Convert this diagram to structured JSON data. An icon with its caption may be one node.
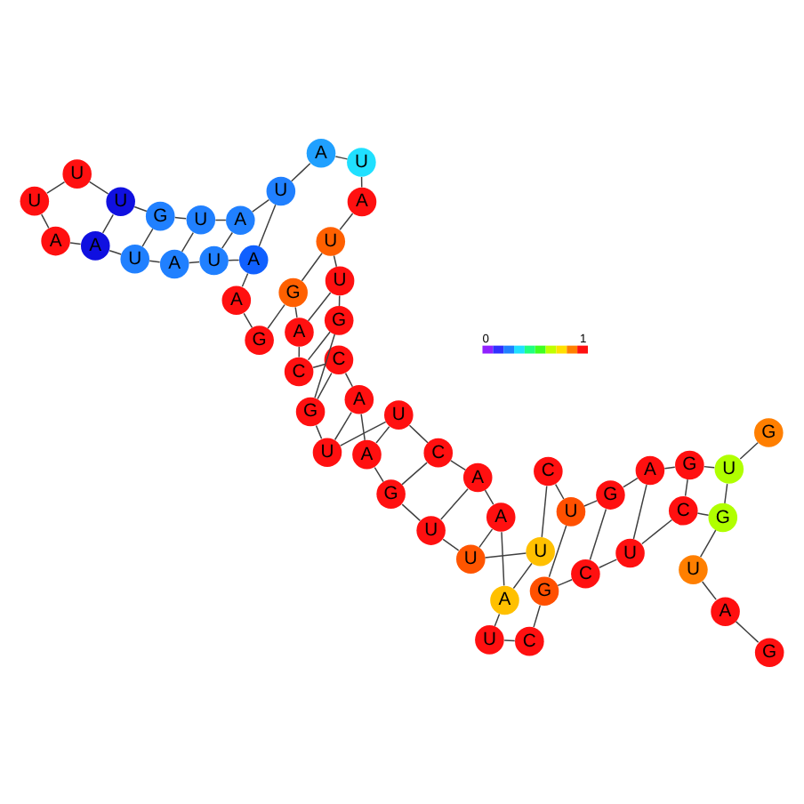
{
  "diagram": {
    "nodes": [
      {
        "text": [
          "G"
        ]
      },
      {
        "text": [
          "U"
        ]
      },
      {
        "text": [
          "G"
        ]
      },
      {
        "text": [
          "A"
        ]
      },
      {
        "text": [
          "G"
        ]
      },
      {
        "text": [
          "U"
        ]
      },
      {
        "text": [
          "C"
        ]
      },
      {
        "text": [
          "U"
        ]
      },
      {
        "text": [
          "U"
        ]
      },
      {
        "text": [
          "U"
        ]
      },
      {
        "text": [
          "G"
        ]
      },
      {
        "text": [
          "A"
        ]
      },
      {
        "text": [
          "A"
        ]
      },
      {
        "text": [
          "C"
        ]
      },
      {
        "text": [
          "C"
        ]
      },
      {
        "text": [
          "A"
        ]
      },
      {
        "text": [
          "G"
        ]
      },
      {
        "text": [
          "G"
        ]
      },
      {
        "text": [
          "A"
        ]
      },
      {
        "text": [
          "A"
        ]
      },
      {
        "text": [
          "U"
        ]
      },
      {
        "text": [
          "A"
        ]
      },
      {
        "text": [
          "U"
        ]
      },
      {
        "text": [
          "A"
        ]
      },
      {
        "text": [
          "A"
        ]
      },
      {
        "text": [
          "U"
        ]
      },
      {
        "text": [
          "U"
        ]
      },
      {
        "text": [
          "U"
        ]
      },
      {
        "text": [
          "G"
        ]
      },
      {
        "text": [
          "U"
        ]
      },
      {
        "text": [
          "A"
        ]
      },
      {
        "text": [
          "U"
        ]
      },
      {
        "text": [
          "A"
        ]
      },
      {
        "text": [
          "U"
        ]
      },
      {
        "text": [
          "A"
        ]
      },
      {
        "text": [
          "U"
        ]
      },
      {
        "text": [
          "U"
        ]
      },
      {
        "text": [
          "G"
        ]
      },
      {
        "text": [
          "G"
        ]
      },
      {
        "text": [
          "U"
        ]
      },
      {
        "text": [
          "U"
        ]
      },
      {
        "text": [
          "C"
        ]
      },
      {
        "text": [
          "A"
        ]
      },
      {
        "text": [
          "A"
        ]
      },
      {
        "text": [
          "A"
        ]
      },
      {
        "text": [
          "U"
        ]
      },
      {
        "text": [
          "C"
        ]
      },
      {
        "text": [
          "G"
        ]
      },
      {
        "text": [
          "C"
        ]
      },
      {
        "text": [
          "U"
        ]
      },
      {
        "text": [
          "C"
        ]
      },
      {
        "text": [
          "G"
        ]
      },
      {
        "text": [
          "U"
        ]
      },
      {
        "text": [
          "A"
        ]
      },
      {
        "text": [
          "G"
        ]
      }
    ],
    "edges": [
      {
        "from": 0,
        "to": 1,
        "arrow": "none"
      },
      {
        "from": 1,
        "to": 2,
        "arrow": "none"
      },
      {
        "from": 2,
        "to": 3,
        "arrow": "none"
      },
      {
        "from": 3,
        "to": 4,
        "arrow": "none"
      },
      {
        "from": 4,
        "to": 5,
        "arrow": "none"
      },
      {
        "from": 5,
        "to": 6,
        "arrow": "none"
      },
      {
        "from": 6,
        "to": 7,
        "arrow": "none"
      },
      {
        "from": 7,
        "to": 8,
        "arrow": "none"
      },
      {
        "from": 8,
        "to": 9,
        "arrow": "none"
      },
      {
        "from": 9,
        "to": 10,
        "arrow": "none"
      },
      {
        "from": 10,
        "to": 11,
        "arrow": "none"
      },
      {
        "from": 11,
        "to": 12,
        "arrow": "none"
      },
      {
        "from": 12,
        "to": 13,
        "arrow": "none"
      },
      {
        "from": 13,
        "to": 14,
        "arrow": "none"
      },
      {
        "from": 14,
        "to": 15,
        "arrow": "none"
      },
      {
        "from": 15,
        "to": 16,
        "arrow": "none"
      },
      {
        "from": 16,
        "to": 17,
        "arrow": "none"
      },
      {
        "from": 17,
        "to": 18,
        "arrow": "none"
      },
      {
        "from": 18,
        "to": 19,
        "arrow": "none"
      },
      {
        "from": 19,
        "to": 20,
        "arrow": "none"
      },
      {
        "from": 20,
        "to": 21,
        "arrow": "none"
      },
      {
        "from": 21,
        "to": 22,
        "arrow": "none"
      },
      {
        "from": 22,
        "to": 23,
        "arrow": "none"
      },
      {
        "from": 23,
        "to": 24,
        "arrow": "none"
      },
      {
        "from": 24,
        "to": 25,
        "arrow": "none"
      },
      {
        "from": 25,
        "to": 26,
        "arrow": "none"
      },
      {
        "from": 26,
        "to": 27,
        "arrow": "none"
      },
      {
        "from": 27,
        "to": 28,
        "arrow": "none"
      },
      {
        "from": 28,
        "to": 29,
        "arrow": "none"
      },
      {
        "from": 29,
        "to": 30,
        "arrow": "none"
      },
      {
        "from": 30,
        "to": 31,
        "arrow": "none"
      },
      {
        "from": 31,
        "to": 32,
        "arrow": "none"
      },
      {
        "from": 32,
        "to": 33,
        "arrow": "none"
      },
      {
        "from": 33,
        "to": 34,
        "arrow": "none"
      },
      {
        "from": 34,
        "to": 35,
        "arrow": "none"
      },
      {
        "from": 35,
        "to": 36,
        "arrow": "none"
      },
      {
        "from": 36,
        "to": 37,
        "arrow": "none"
      },
      {
        "from": 37,
        "to": 38,
        "arrow": "none"
      },
      {
        "from": 38,
        "to": 39,
        "arrow": "none"
      },
      {
        "from": 39,
        "to": 40,
        "arrow": "none"
      },
      {
        "from": 40,
        "to": 41,
        "arrow": "none"
      },
      {
        "from": 41,
        "to": 42,
        "arrow": "none"
      },
      {
        "from": 42,
        "to": 43,
        "arrow": "none"
      },
      {
        "from": 43,
        "to": 44,
        "arrow": "none"
      },
      {
        "from": 44,
        "to": 45,
        "arrow": "none"
      },
      {
        "from": 45,
        "to": 46,
        "arrow": "none"
      },
      {
        "from": 46,
        "to": 47,
        "arrow": "none"
      },
      {
        "from": 47,
        "to": 48,
        "arrow": "none"
      },
      {
        "from": 48,
        "to": 49,
        "arrow": "none"
      },
      {
        "from": 49,
        "to": 50,
        "arrow": "none"
      },
      {
        "from": 50,
        "to": 51,
        "arrow": "none"
      },
      {
        "from": 51,
        "to": 52,
        "arrow": "none"
      },
      {
        "from": 52,
        "to": 53,
        "arrow": "none"
      },
      {
        "from": 53,
        "to": 54,
        "arrow": "none"
      },
      {
        "from": 1,
        "to": 51,
        "arrow": "none"
      },
      {
        "from": 2,
        "to": 50,
        "arrow": "none"
      },
      {
        "from": 3,
        "to": 49,
        "arrow": "none"
      },
      {
        "from": 4,
        "to": 48,
        "arrow": "none"
      },
      {
        "from": 5,
        "to": 47,
        "arrow": "none"
      },
      {
        "from": 7,
        "to": 44,
        "arrow": "none"
      },
      {
        "from": 8,
        "to": 43,
        "arrow": "none"
      },
      {
        "from": 9,
        "to": 42,
        "arrow": "none"
      },
      {
        "from": 10,
        "to": 41,
        "arrow": "none"
      },
      {
        "from": 11,
        "to": 40,
        "arrow": "none"
      },
      {
        "from": 12,
        "to": 39,
        "arrow": "none"
      },
      {
        "from": 13,
        "to": 38,
        "arrow": "none"
      },
      {
        "from": 14,
        "to": 37,
        "arrow": "none"
      },
      {
        "from": 15,
        "to": 36,
        "arrow": "none"
      },
      {
        "from": 16,
        "to": 35,
        "arrow": "none"
      },
      {
        "from": 19,
        "to": 31,
        "arrow": "none"
      },
      {
        "from": 20,
        "to": 30,
        "arrow": "none"
      },
      {
        "from": 21,
        "to": 29,
        "arrow": "none"
      },
      {
        "from": 22,
        "to": 28,
        "arrow": "none"
      },
      {
        "from": 23,
        "to": 27,
        "arrow": "none"
      }
    ],
    "labels": [
      "0",
      "1"
    ]
  }
}
